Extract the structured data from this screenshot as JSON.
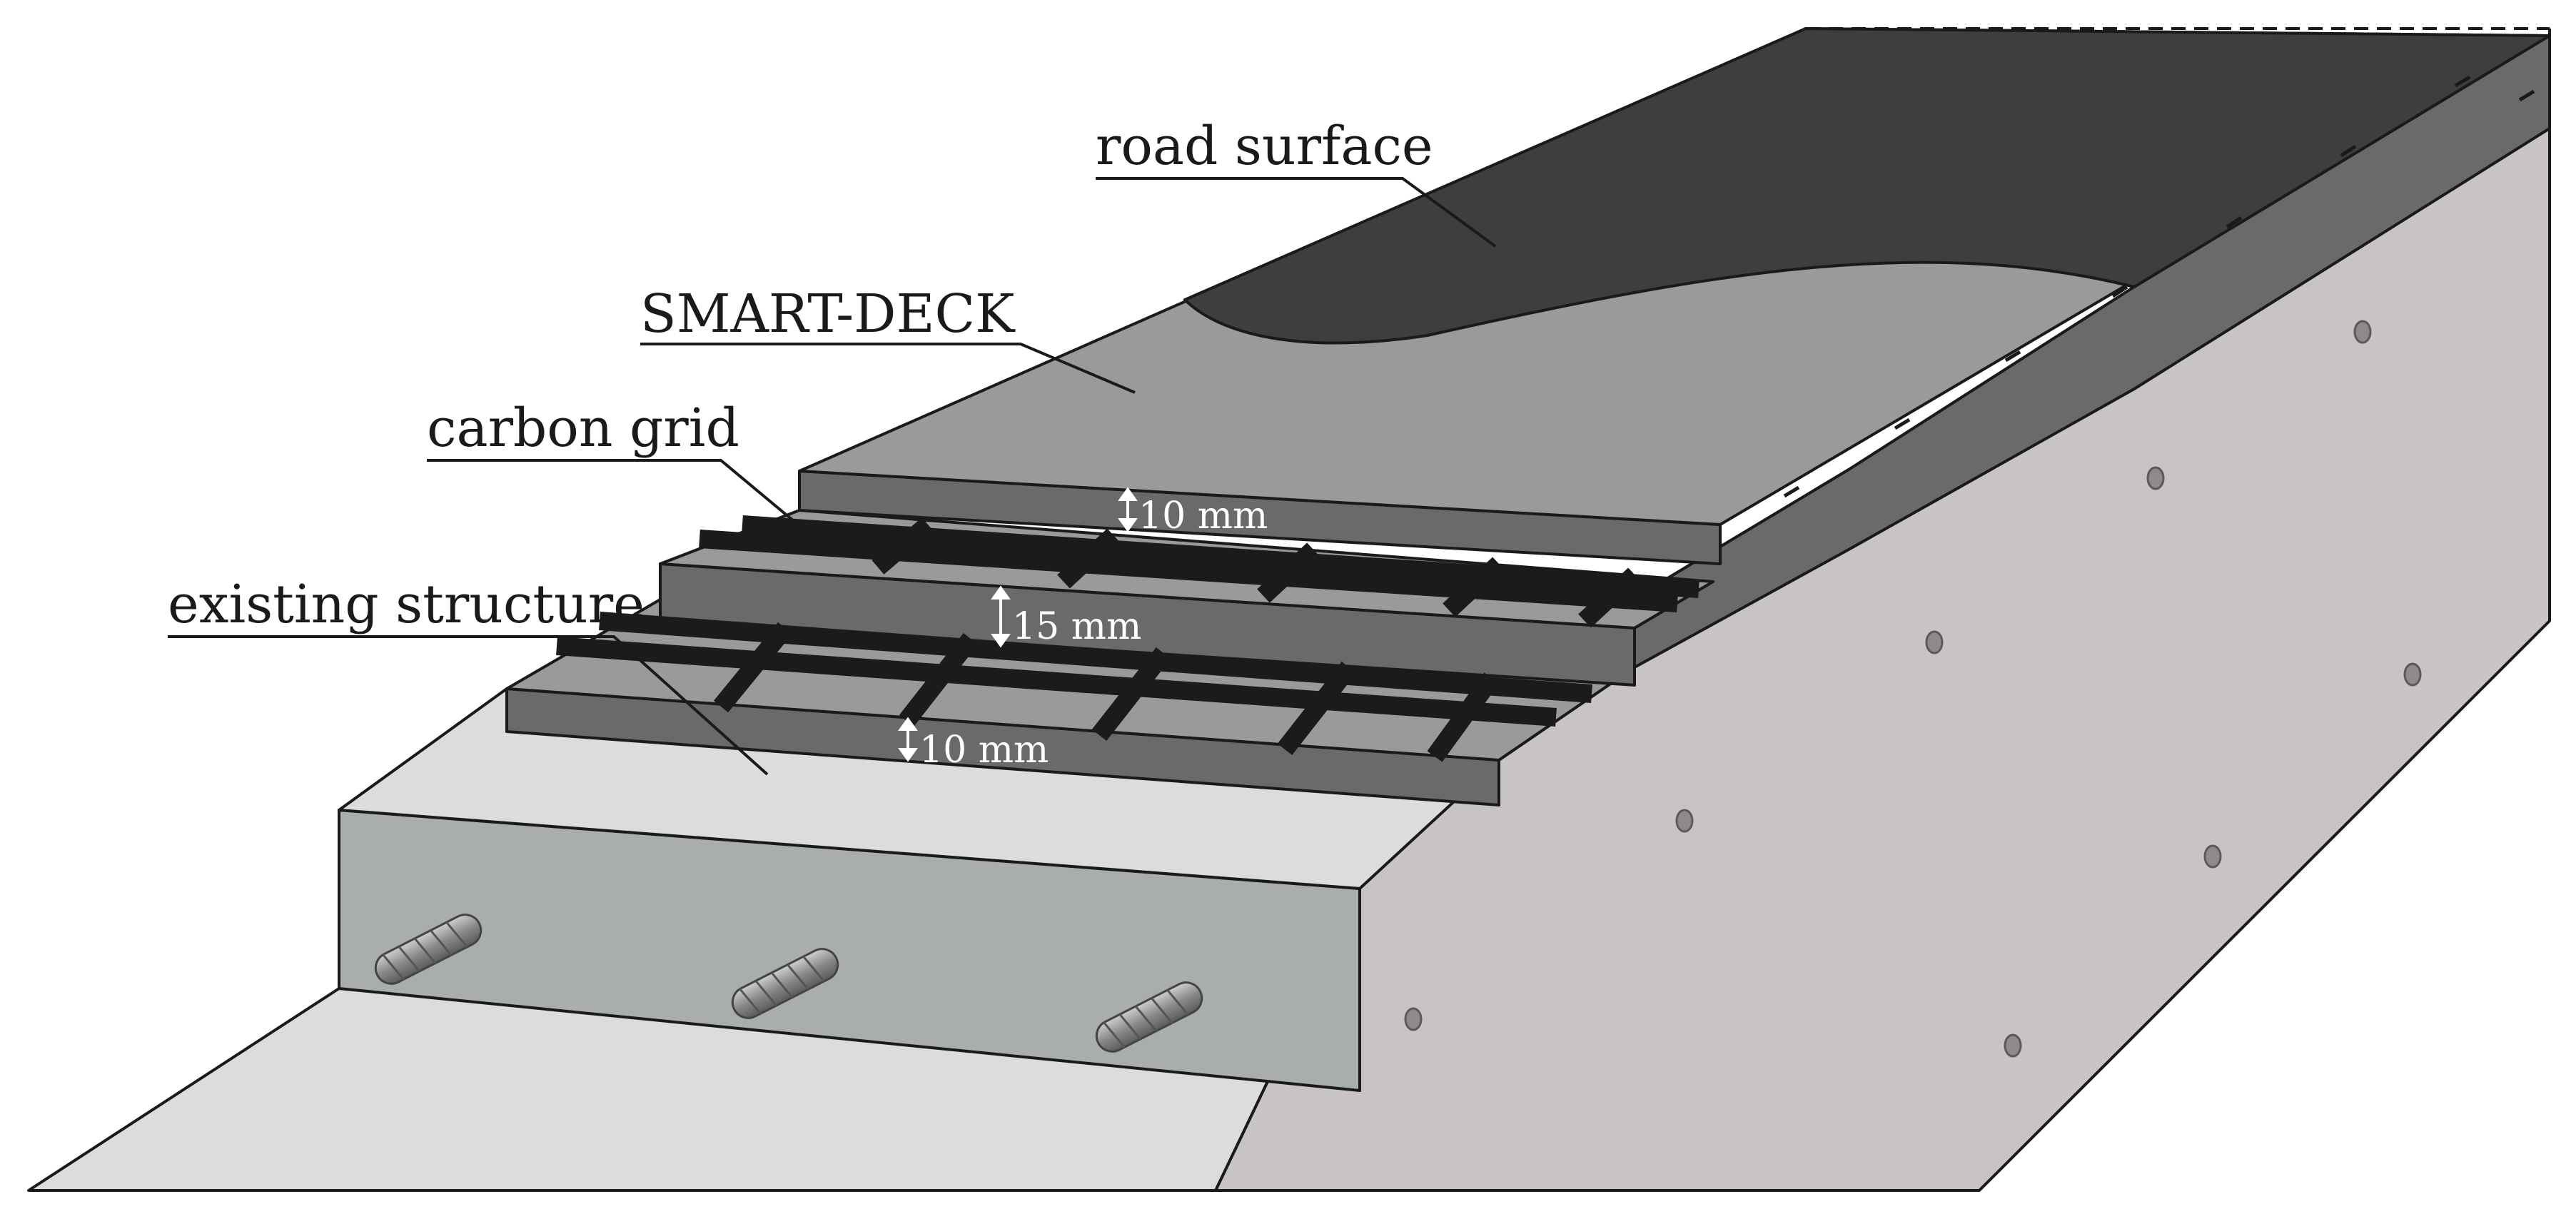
{
  "labels": {
    "road_surface": "road surface",
    "smart_deck": "SMART-DECK",
    "carbon_grid": "carbon grid",
    "existing_structure": "existing structure"
  },
  "dimensions": {
    "top_layer": "10 mm",
    "middle_layer": "15 mm",
    "bottom_layer": "10 mm"
  },
  "colors": {
    "road_surface": "#3e3e3e",
    "smart_deck_top": "#9a9a9a",
    "layer_face": "#6a6a6a",
    "grid_bars": "#1b1b1b",
    "concrete_side": "#c9c4c4",
    "concrete_top": "#dcdcdc",
    "concrete_face": "#a9adab",
    "rebar": "#9a9a9a"
  }
}
